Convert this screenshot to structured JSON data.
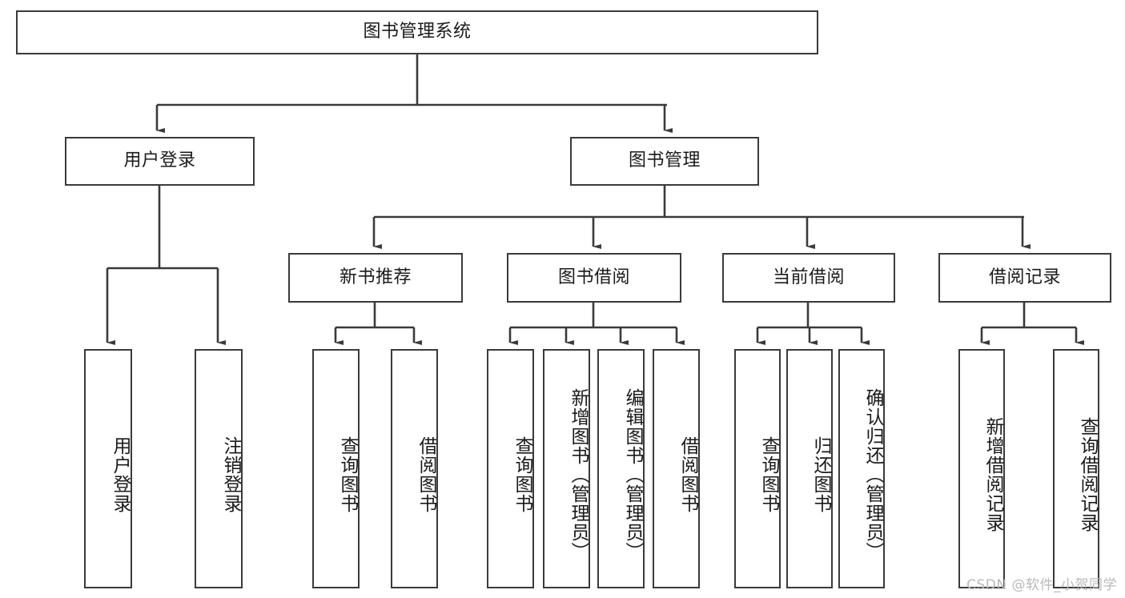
{
  "diagram": {
    "type": "tree",
    "title": "图书管理系统",
    "watermark": "CSDN @软件_小贺同学",
    "root": {
      "id": "root",
      "label": "图书管理系统",
      "orientation": "horizontal"
    },
    "level2": [
      {
        "id": "user-login",
        "label": "用户登录",
        "orientation": "horizontal"
      },
      {
        "id": "book-manage",
        "label": "图书管理",
        "orientation": "horizontal"
      }
    ],
    "level3": [
      {
        "id": "new-book-recommend",
        "label": "新书推荐",
        "orientation": "horizontal",
        "parent": "book-manage"
      },
      {
        "id": "book-borrow",
        "label": "图书借阅",
        "orientation": "horizontal",
        "parent": "book-manage"
      },
      {
        "id": "current-borrow",
        "label": "当前借阅",
        "orientation": "horizontal",
        "parent": "book-manage"
      },
      {
        "id": "borrow-record",
        "label": "借阅记录",
        "orientation": "horizontal",
        "parent": "book-manage"
      }
    ],
    "leaves": [
      {
        "id": "leaf-user-login",
        "label": "用户登录",
        "parent": "user-login"
      },
      {
        "id": "leaf-user-logout",
        "label": "注销登录",
        "parent": "user-login"
      },
      {
        "id": "leaf-query-book-1",
        "label": "查询图书",
        "parent": "new-book-recommend"
      },
      {
        "id": "leaf-borrow-book-1",
        "label": "借阅图书",
        "parent": "new-book-recommend"
      },
      {
        "id": "leaf-query-book-2",
        "label": "查询图书",
        "parent": "book-borrow"
      },
      {
        "id": "leaf-add-book",
        "label": "新增图书（管理员）",
        "parent": "book-borrow"
      },
      {
        "id": "leaf-edit-book",
        "label": "编辑图书（管理员）",
        "parent": "book-borrow"
      },
      {
        "id": "leaf-borrow-book-2",
        "label": "借阅图书",
        "parent": "book-borrow"
      },
      {
        "id": "leaf-query-book-3",
        "label": "查询图书",
        "parent": "current-borrow"
      },
      {
        "id": "leaf-return-book",
        "label": "归还图书",
        "parent": "current-borrow"
      },
      {
        "id": "leaf-confirm-return",
        "label": "确认归还（管理员）",
        "parent": "current-borrow"
      },
      {
        "id": "leaf-add-record",
        "label": "新增借阅记录",
        "parent": "borrow-record"
      },
      {
        "id": "leaf-query-record",
        "label": "查询借阅记录",
        "parent": "borrow-record"
      }
    ],
    "colors": {
      "stroke": "#3a3a3a",
      "fill": "#ffffff",
      "text": "#1a1a1a",
      "watermark": "#b9b9b9"
    }
  }
}
